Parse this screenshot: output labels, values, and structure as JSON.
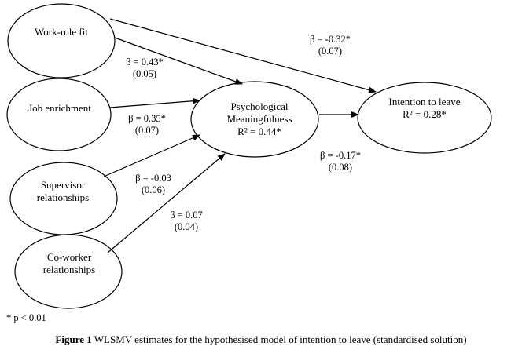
{
  "nodes": {
    "work_role_fit": "Work-role fit",
    "job_enrichment": "Job enrichment",
    "supervisor_line1": "Supervisor",
    "supervisor_line2": "relationships",
    "coworker_line1": "Co-worker",
    "coworker_line2": "relationships",
    "psych_line1": "Psychological",
    "psych_line2": "Meaningfulness",
    "psych_r2": "R² = 0.44*",
    "intention_line1": "Intention to leave",
    "intention_r2": "R² = 0.28*"
  },
  "paths": {
    "wrf_to_itl": {
      "beta": "β = -0.32*",
      "se": "(0.07)"
    },
    "wrf_to_pm": {
      "beta": "β = 0.43*",
      "se": "(0.05)"
    },
    "je_to_pm": {
      "beta": "β = 0.35*",
      "se": "(0.07)"
    },
    "sr_to_pm": {
      "beta": "β = -0.03",
      "se": "(0.06)"
    },
    "cr_to_pm": {
      "beta": "β = 0.07",
      "se": "(0.04)"
    },
    "pm_to_itl": {
      "beta": "β = -0.17*",
      "se": "(0.08)"
    }
  },
  "footnote": "* p < 0.01",
  "caption": {
    "label": "Figure 1",
    "text": " WLSMV estimates for the hypothesised model of intention to leave (standardised solution)"
  }
}
